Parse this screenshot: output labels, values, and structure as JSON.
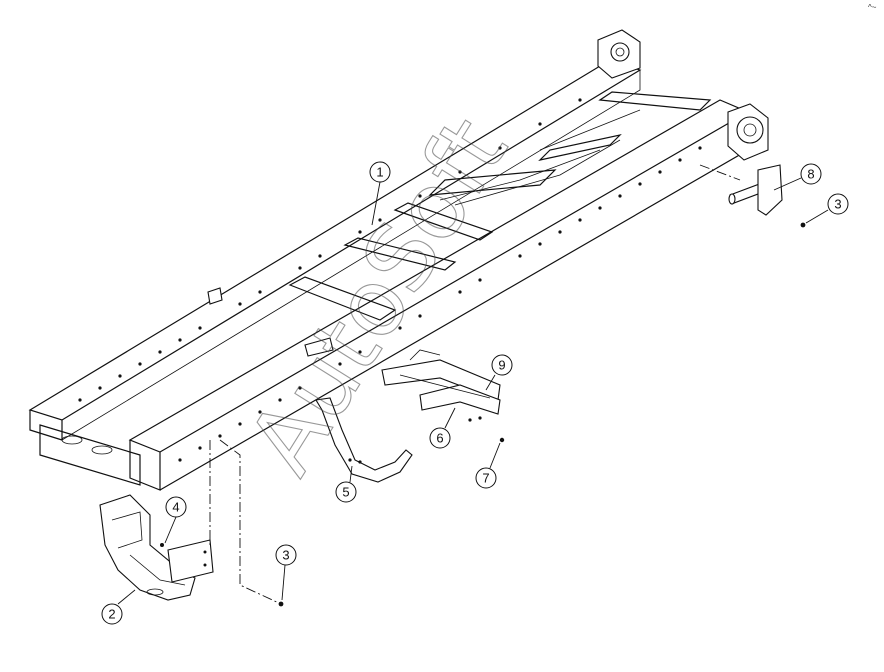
{
  "watermark": "AutoSoft",
  "corner_mark": "^~",
  "callouts": [
    {
      "id": "c1",
      "label": "1"
    },
    {
      "id": "c2",
      "label": "2"
    },
    {
      "id": "c3a",
      "label": "3"
    },
    {
      "id": "c3b",
      "label": "3"
    },
    {
      "id": "c4",
      "label": "4"
    },
    {
      "id": "c5",
      "label": "5"
    },
    {
      "id": "c6",
      "label": "6"
    },
    {
      "id": "c7",
      "label": "7"
    },
    {
      "id": "c8",
      "label": "8"
    },
    {
      "id": "c9",
      "label": "9"
    }
  ]
}
